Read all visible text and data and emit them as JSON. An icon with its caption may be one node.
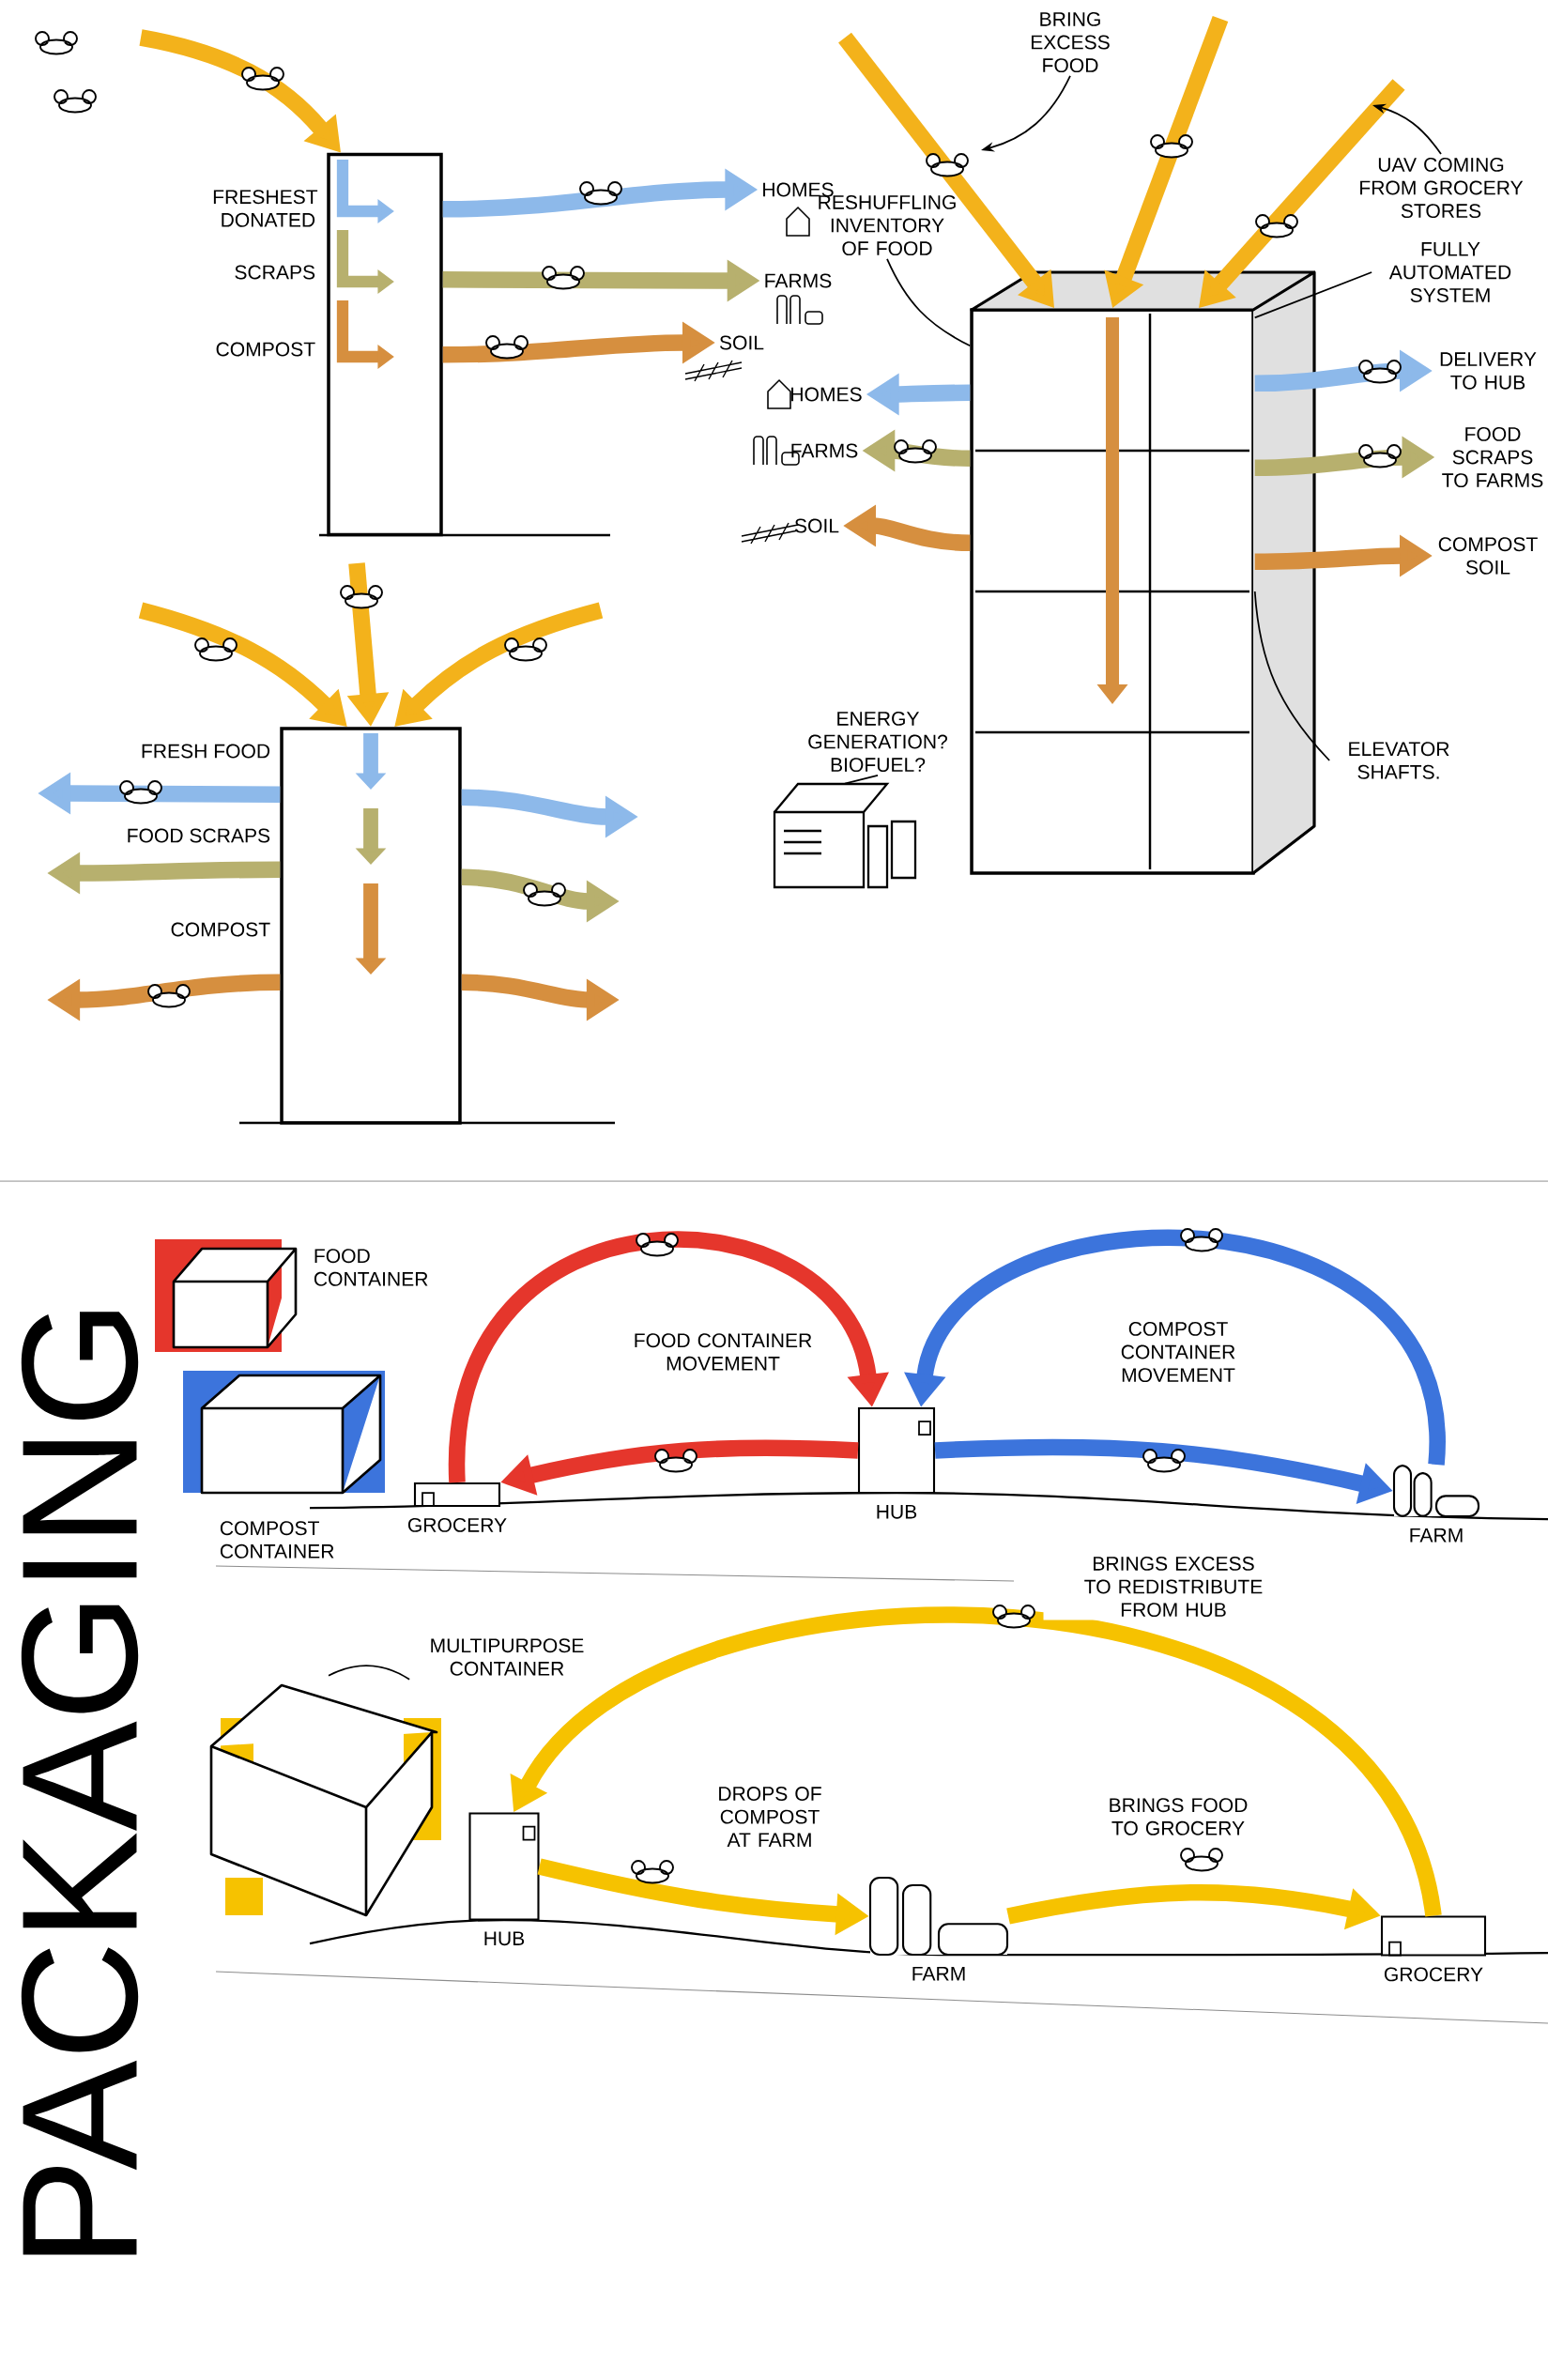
{
  "diagram": {
    "title": "PACKAGING",
    "nodes": [
      {
        "text": [],
        "shape": "box",
        "beside": [
          "FRESHEST DONATED",
          "SCRAPS",
          "COMPOST"
        ]
      },
      {
        "text": [
          "HOMES"
        ]
      },
      {
        "text": [
          "FARMS"
        ]
      },
      {
        "text": [
          "SOIL"
        ]
      },
      {
        "text": [],
        "shape": "box",
        "beside": [
          "FRESH FOOD",
          "FOOD SCRAPS",
          "COMPOST"
        ]
      },
      {
        "text": [
          "BRING EXCESS FOOD"
        ]
      },
      {
        "text": [
          "RESHUFFLING INVENTORY OF FOOD"
        ]
      },
      {
        "text": [
          "UAV COMING FROM GROCERY STORES"
        ]
      },
      {
        "text": [
          "FULLY AUTOMATED SYSTEM"
        ]
      },
      {
        "text": [],
        "shape": "box"
      },
      {
        "text": [
          "HOMES"
        ]
      },
      {
        "text": [
          "FARMS"
        ]
      },
      {
        "text": [
          "SOIL"
        ]
      },
      {
        "text": [
          "DELIVERY TO HUB"
        ]
      },
      {
        "text": [
          "FOOD SCRAPS TO FARMS"
        ]
      },
      {
        "text": [
          "COMPOST SOIL"
        ]
      },
      {
        "text": [
          "ENERGY GENERATION? BIOFUEL?"
        ]
      },
      {
        "text": [],
        "shape": "picture"
      },
      {
        "text": [
          "ELEVATOR SHAFTS."
        ]
      },
      {
        "text": [
          "GROCERY"
        ]
      },
      {
        "text": [
          "HUB"
        ]
      },
      {
        "text": [
          "FARM"
        ]
      },
      {
        "text": [
          "MULTIPURPOSE CONTAINER"
        ]
      },
      {
        "text": [],
        "shape": "picture"
      },
      {
        "text": [
          "HUB"
        ]
      },
      {
        "text": [
          "FARM"
        ]
      },
      {
        "text": [
          "GROCERY"
        ]
      }
    ],
    "edges": [
      {
        "from": null,
        "to": 0,
        "arrow": "to",
        "color": "#f3b21b"
      },
      {
        "from": 0,
        "to": 1,
        "arrow": "to",
        "color": "#8db9ea"
      },
      {
        "from": 0,
        "to": 2,
        "arrow": "to",
        "color": "#b7b06e"
      },
      {
        "from": 0,
        "to": 3,
        "arrow": "to",
        "color": "#d68f3f"
      },
      {
        "from": null,
        "to": 4,
        "arrow": "to",
        "color": "#f3b21b"
      },
      {
        "from": null,
        "to": 4,
        "arrow": "to",
        "color": "#f3b21b"
      },
      {
        "from": null,
        "to": 4,
        "arrow": "to",
        "color": "#f3b21b"
      },
      {
        "from": 4,
        "to": null,
        "arrow": "to",
        "color": "#8db9ea"
      },
      {
        "from": 4,
        "to": null,
        "arrow": "to",
        "color": "#8db9ea"
      },
      {
        "from": 4,
        "to": null,
        "arrow": "to",
        "color": "#b7b06e"
      },
      {
        "from": 4,
        "to": null,
        "arrow": "to",
        "color": "#b7b06e"
      },
      {
        "from": 4,
        "to": null,
        "arrow": "to",
        "color": "#d68f3f"
      },
      {
        "from": 4,
        "to": null,
        "arrow": "to",
        "color": "#d68f3f"
      },
      {
        "from": 5,
        "to": null,
        "arrow": "to",
        "color": "#000000"
      },
      {
        "from": null,
        "to": 9,
        "arrow": "to",
        "color": "#f3b21b"
      },
      {
        "from": null,
        "to": 9,
        "arrow": "to",
        "color": "#f3b21b"
      },
      {
        "from": null,
        "to": 9,
        "arrow": "to",
        "color": "#f3b21b"
      },
      {
        "from": 6,
        "to": 9,
        "arrow": "none",
        "color": "#000000"
      },
      {
        "from": 7,
        "to": null,
        "arrow": "to",
        "color": "#000000"
      },
      {
        "from": 8,
        "to": 9,
        "arrow": "none",
        "color": "#000000"
      },
      {
        "from": 9,
        "to": 10,
        "arrow": "to",
        "color": "#8db9ea"
      },
      {
        "from": 9,
        "to": 11,
        "arrow": "to",
        "color": "#b7b06e"
      },
      {
        "from": 9,
        "to": 12,
        "arrow": "to",
        "color": "#d68f3f"
      },
      {
        "from": 9,
        "to": 13,
        "arrow": "to",
        "color": "#8db9ea"
      },
      {
        "from": 9,
        "to": 14,
        "arrow": "to",
        "color": "#b7b06e"
      },
      {
        "from": 9,
        "to": 15,
        "arrow": "to",
        "color": "#d68f3f"
      },
      {
        "from": 16,
        "to": 17,
        "arrow": "none",
        "color": "#000000"
      },
      {
        "from": 18,
        "to": 9,
        "arrow": "none",
        "color": "#000000"
      },
      {
        "from": 19,
        "to": 20,
        "arrow": "to",
        "color": "#e5362c"
      },
      {
        "from": 20,
        "to": 19,
        "arrow": "to",
        "color": "#e5362c"
      },
      {
        "from": 21,
        "to": 20,
        "arrow": "to",
        "color": "#3c74dc"
      },
      {
        "from": 20,
        "to": 21,
        "arrow": "to",
        "color": "#3c74dc"
      },
      {
        "from": 22,
        "to": 23,
        "arrow": "none",
        "color": "#000000"
      },
      {
        "from": 26,
        "to": 24,
        "arrow": "to",
        "color": "#f6c200",
        "label": "BRINGS EXCESS TO REDISTRIBUTE FROM HUB"
      },
      {
        "from": 24,
        "to": 25,
        "arrow": "to",
        "color": "#f6c200",
        "label": "DROPS OF COMPOST AT FARM"
      },
      {
        "from": 25,
        "to": 26,
        "arrow": "to",
        "color": "#f6c200",
        "label": "BRINGS FOOD TO GROCERY"
      }
    ],
    "labels": [
      "FOOD CONTAINER MOVEMENT",
      "COMPOST CONTAINER MOVEMENT"
    ],
    "legend": [
      {
        "text": "FOOD CONTAINER",
        "color": "#e5362c"
      },
      {
        "text": "COMPOST CONTAINER",
        "color": "#3c74dc"
      }
    ]
  }
}
